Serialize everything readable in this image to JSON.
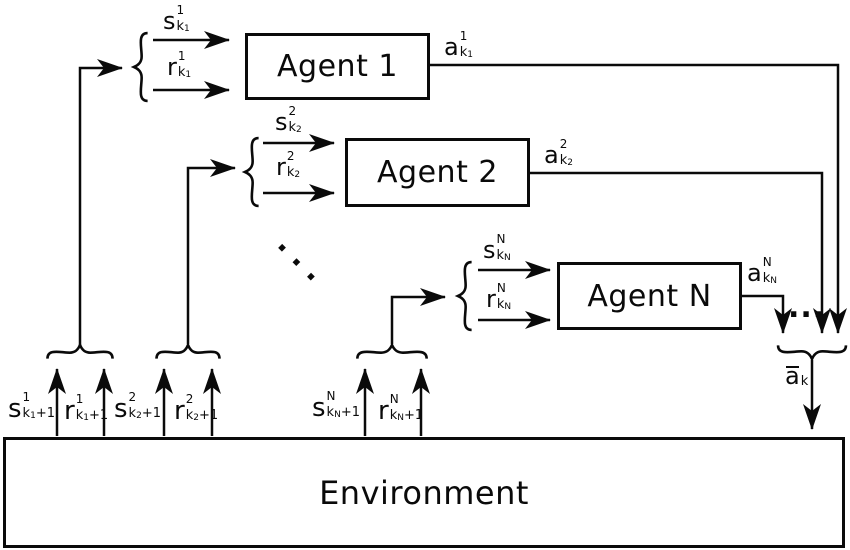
{
  "boxes": {
    "agent1": "Agent 1",
    "agent2": "Agent 2",
    "agentN": "Agent N",
    "environment": "Environment"
  },
  "flows": {
    "agent1": {
      "state_in": {
        "base": "s",
        "sup": "1",
        "sub": "k",
        "ssub": "1"
      },
      "reward_in": {
        "base": "r",
        "sup": "1",
        "sub": "k",
        "ssub": "1"
      },
      "action_out": {
        "base": "a",
        "sup": "1",
        "sub": "k",
        "ssub": "1"
      },
      "state_next": {
        "base": "s",
        "sup": "1",
        "sub": "k",
        "ssub": "1",
        "tail": "+1"
      },
      "reward_next": {
        "base": "r",
        "sup": "1",
        "sub": "k",
        "ssub": "1",
        "tail": "+1"
      }
    },
    "agent2": {
      "state_in": {
        "base": "s",
        "sup": "2",
        "sub": "k",
        "ssub": "2"
      },
      "reward_in": {
        "base": "r",
        "sup": "2",
        "sub": "k",
        "ssub": "2"
      },
      "action_out": {
        "base": "a",
        "sup": "2",
        "sub": "k",
        "ssub": "2"
      },
      "state_next": {
        "base": "s",
        "sup": "2",
        "sub": "k",
        "ssub": "2",
        "tail": "+1"
      },
      "reward_next": {
        "base": "r",
        "sup": "2",
        "sub": "k",
        "ssub": "2",
        "tail": "+1"
      }
    },
    "agentN": {
      "state_in": {
        "base": "s",
        "sup": "N",
        "sub": "k",
        "ssub": "N"
      },
      "reward_in": {
        "base": "r",
        "sup": "N",
        "sub": "k",
        "ssub": "N"
      },
      "action_out": {
        "base": "a",
        "sup": "N",
        "sub": "k",
        "ssub": "N"
      },
      "state_next": {
        "base": "s",
        "sup": "N",
        "sub": "k",
        "ssub": "N",
        "tail": "+1"
      },
      "reward_next": {
        "base": "r",
        "sup": "N",
        "sub": "k",
        "ssub": "N",
        "tail": "+1"
      }
    },
    "joint_action": {
      "base": "a",
      "bar": true,
      "sub": "k"
    }
  },
  "decorations": {
    "agents_ellipsis": "...",
    "actions_ellipsis": "..."
  },
  "colors": {
    "line": "#0a0a0a",
    "background": "#ffffff"
  }
}
